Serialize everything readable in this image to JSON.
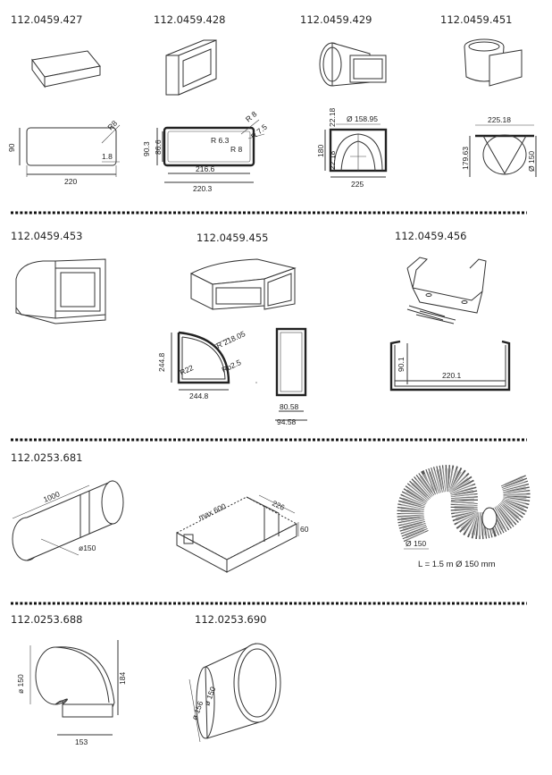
{
  "products": [
    {
      "code": "112.0459.427"
    },
    {
      "code": "112.0459.428"
    },
    {
      "code": "112.0459.429"
    },
    {
      "code": "112.0459.451"
    },
    {
      "code": "112.0459.453"
    },
    {
      "code": "112.0459.455"
    },
    {
      "code": "112.0459.456"
    },
    {
      "code": "112.0253.681"
    },
    {
      "code": "112.0253.688"
    },
    {
      "code": "112.0253.690"
    }
  ],
  "dims": {
    "p427": {
      "h": "90",
      "w": "220",
      "r": "R8",
      "t": "1.8"
    },
    "p428": {
      "h1": "90.3",
      "h2": "86.6",
      "w1": "216.6",
      "w2": "220.3",
      "r1": "R 6.3",
      "r2": "R 8",
      "r3": "R 8",
      "r4": "R 7.5"
    },
    "p429": {
      "d": "Ø 158.95",
      "h": "180",
      "a": "22.18",
      "b": "22.18",
      "w": "225"
    },
    "p451": {
      "w": "225.18",
      "h": "179.63",
      "d": "Ø 150"
    },
    "p455": {
      "s1": "244.8",
      "s2": "244.8",
      "r1": "R 218.05",
      "r2": "R22",
      "r3": "Rb2.5",
      "w1": "80.58",
      "w2": "94.58"
    },
    "p456": {
      "h": "90.1",
      "w": "220.1"
    },
    "p681": {
      "l": "1000",
      "d": "ø150",
      "m": "max 600",
      "a": "226",
      "b": "60",
      "f": "Ø 150",
      "note": "L = 1.5 m Ø 150 mm"
    },
    "p688": {
      "d": "ø 150",
      "h": "184",
      "w": "153"
    },
    "p690": {
      "d1": "ø 150",
      "d2": "ø 156"
    }
  }
}
